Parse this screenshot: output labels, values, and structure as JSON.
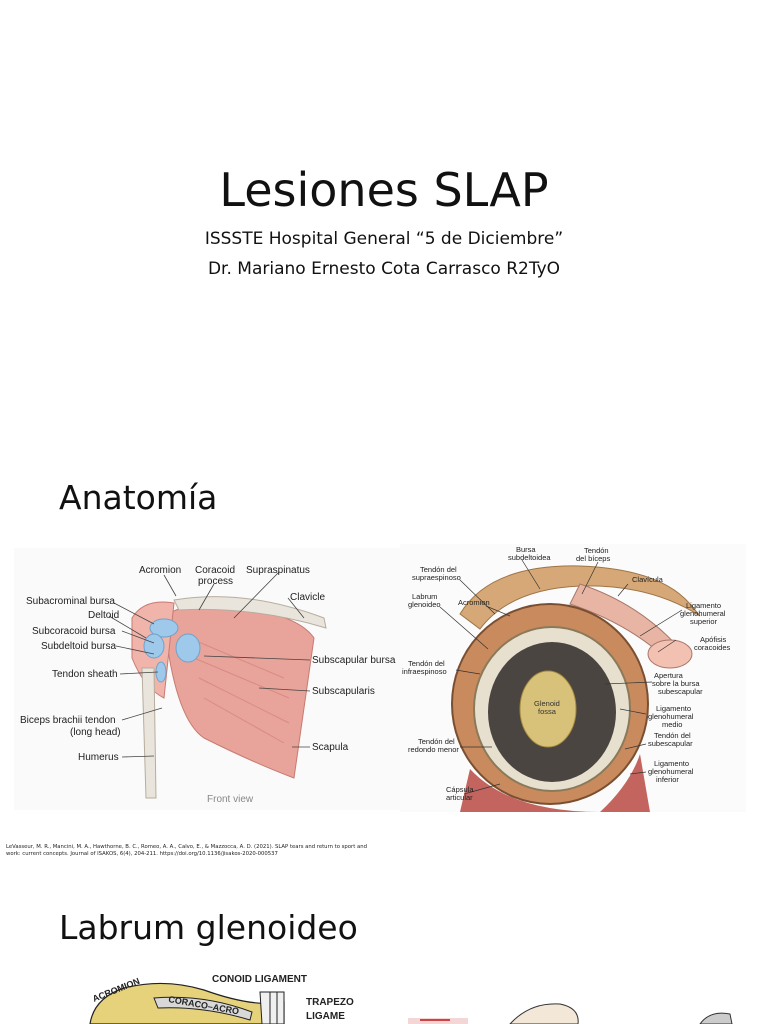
{
  "slide1": {
    "title": "Lesiones SLAP",
    "subtitle_line1": "ISSSTE Hospital General “5 de Diciembre”",
    "subtitle_line2": "Dr. Mariano Ernesto Cota Carrasco R2TyO"
  },
  "slide2": {
    "heading": "Anatomía",
    "figure_left": {
      "labels": {
        "acromion": "Acromion",
        "coracoid": "Coracoid",
        "process": "process",
        "supraspinatus": "Supraspinatus",
        "clavicle": "Clavicle",
        "subacrominal_bursa": "Subacrominal bursa",
        "deltoid": "Deltoid",
        "subcoracoid_bursa": "Subcoracoid bursa",
        "subdeltoid_bursa": "Subdeltoid bursa",
        "tendon_sheath": "Tendon sheath",
        "biceps_tendon": "Biceps brachii tendon",
        "long_head": "(long head)",
        "humerus": "Humerus",
        "subscapular_bursa": "Subscapular bursa",
        "subscapularis": "Subscapularis",
        "scapula": "Scapula",
        "front_view": "Front view"
      }
    },
    "figure_right": {
      "labels": {
        "acromion": "Acromion",
        "bursa": "Bursa",
        "subdeltoidea": "subdeltoidea",
        "tendon": "Tendón",
        "del_biceps": "del bíceps",
        "clavicula": "Clavícula",
        "tendon_del": "Tendón del",
        "supraespinoso": "supraespinoso",
        "labrum": "Labrum",
        "glenoideo": "glenoideo",
        "ligamento": "Ligamento",
        "glenohumeral": "glenohumeral",
        "superior": "superior",
        "apofisis": "Apófisis",
        "coracoides": "coracoides",
        "tendon_del2": "Tendón del",
        "infraespinoso": "infraespinoso",
        "apertura": "Apertura",
        "sobre_bursa": "sobre la bursa",
        "subescapular": "subescapular",
        "glenoid": "Glenoid",
        "fossa": "fossa",
        "ligamento2": "Ligamento",
        "glenohumeral2": "glenohumeral",
        "medio": "medio",
        "tendon_del3": "Tendón del",
        "subescapular2": "subescapular",
        "tendon_del4": "Tendón del",
        "redondo_menor": "redondo menor",
        "ligamento3": "Ligamento",
        "glenohumeral3": "glenohumeral",
        "inferior": "inferior",
        "capsula": "Cápsula",
        "articular": "articular"
      }
    },
    "citation": "LeVasseur, M. R., Mancini, M. A., Hawthorne, B. C., Romeo, A. A., Calvo, E., & Mazzocca, A. D. (2021). SLAP tears and return to sport and work: current concepts. Journal of ISAKOS, 6(4), 204-211. https://doi.org/10.1136/jisakos-2020-000537"
  },
  "slide3": {
    "heading": "Labrum glenoideo",
    "figure": {
      "labels": {
        "acromion": "ACROMION",
        "conoid_ligament": "CONOID LIGAMENT",
        "coraco_acromial": "CORACO–ACRO",
        "trapezoid": "TRAPEZO",
        "ligament": "LIGAME"
      }
    }
  },
  "colors": {
    "background": "#ffffff",
    "text": "#111111",
    "muscle": "#e8a39a",
    "bursa": "#9ec9ea",
    "bone": "#e9e4dc"
  }
}
